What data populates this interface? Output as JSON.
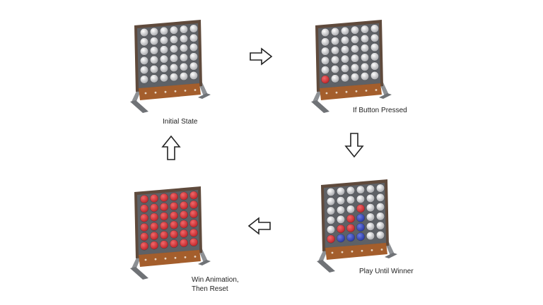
{
  "colors": {
    "frame": "#5f4a3c",
    "panel": "#5e6166",
    "base": "#a45e2c",
    "stand": "#8d9094",
    "empty": "#d8d8da",
    "red": "#c0262a",
    "blue": "#2a3aa6"
  },
  "stages": [
    {
      "label": "Initial State",
      "grid": [
        "eeeeee",
        "eeeeee",
        "eeeeee",
        "eeeeee",
        "eeeeee",
        "eeeeee"
      ]
    },
    {
      "label": "If Button Pressed",
      "grid": [
        "eeeeee",
        "eeeeee",
        "eeeeee",
        "eeeeee",
        "eeeeee",
        "reeeee"
      ]
    },
    {
      "label": "Play Until Winner",
      "grid": [
        "eeeeee",
        "eeeeee",
        "eeeree",
        "eerbee",
        "errbee",
        "rbbbee"
      ]
    },
    {
      "label": "Win Animation,\nThen Reset",
      "grid": [
        "rrrrrr",
        "rrrrrr",
        "rrrrrr",
        "rrrrrr",
        "rrrrrr",
        "rrrrrr"
      ]
    }
  ],
  "arrows": [
    {
      "from": "Initial State",
      "to": "If Button Pressed",
      "direction": "right",
      "icon": "arrow-right-icon"
    },
    {
      "from": "If Button Pressed",
      "to": "Play Until Winner",
      "direction": "down",
      "icon": "arrow-down-icon"
    },
    {
      "from": "Play Until Winner",
      "to": "Win Animation, Then Reset",
      "direction": "left",
      "icon": "arrow-left-icon"
    },
    {
      "from": "Win Animation, Then Reset",
      "to": "Initial State",
      "direction": "up",
      "icon": "arrow-up-icon"
    }
  ]
}
